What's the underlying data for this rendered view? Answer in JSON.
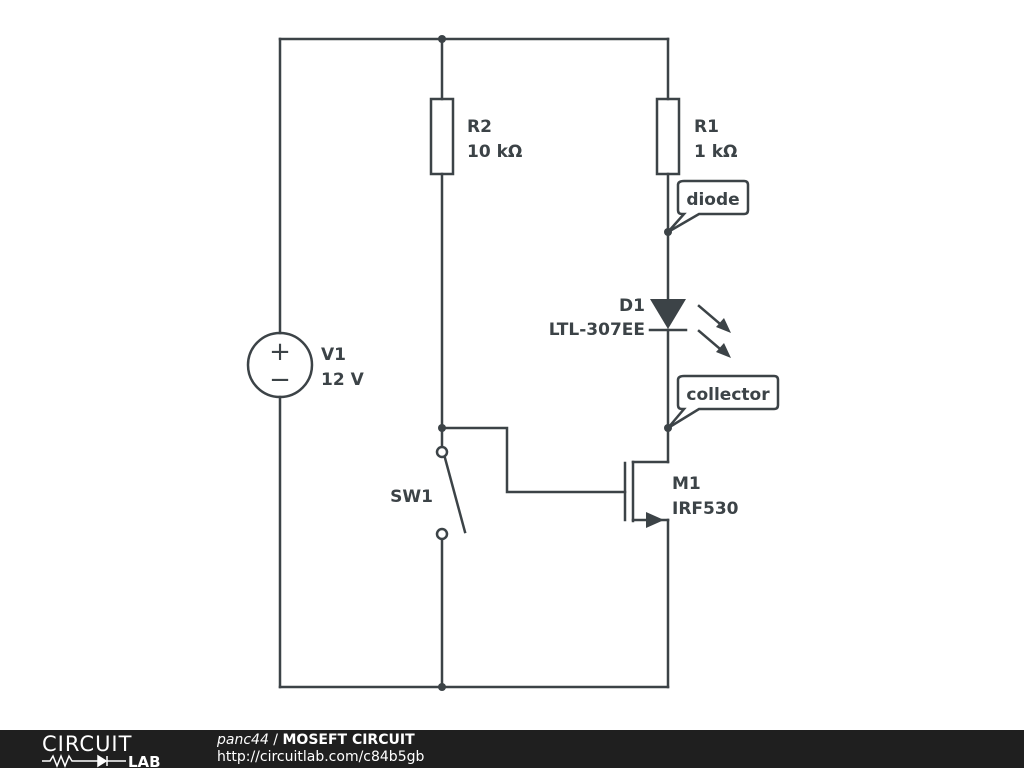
{
  "components": {
    "v1": {
      "ref": "V1",
      "value": "12 V",
      "plus": "+",
      "minus": "−"
    },
    "r2": {
      "ref": "R2",
      "value": "10 kΩ"
    },
    "r1": {
      "ref": "R1",
      "value": "1 kΩ"
    },
    "d1": {
      "ref": "D1",
      "value": "LTL-307EE"
    },
    "sw1": {
      "ref": "SW1"
    },
    "m1": {
      "ref": "M1",
      "value": "IRF530"
    }
  },
  "net_labels": {
    "diode": "diode",
    "collector": "collector"
  },
  "footer": {
    "logo_top": "CIRCUIT",
    "logo_bottom": "LAB",
    "author": "panc44",
    "separator": " / ",
    "title": "MOSEFT CIRCUIT",
    "url": "http://circuitlab.com/c84b5gb"
  },
  "colors": {
    "wire": "#3c4347",
    "footer_bg": "#1f1f1f",
    "footer_text": "#ffffff"
  }
}
